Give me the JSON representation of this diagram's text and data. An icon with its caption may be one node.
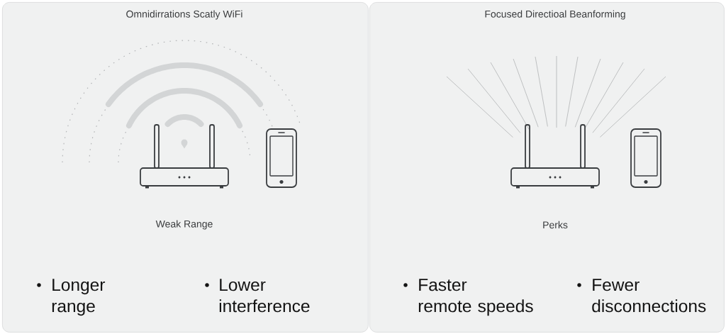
{
  "diagram": {
    "nodes": [
      {
        "text": [
          "Omnidirrations Scatly WiFi",
          "Weak Range",
          "Longer range",
          "Lower interference"
        ]
      },
      {
        "text": [
          "Focused Directioal Beanforming",
          "Perks",
          "Faster remote speeds",
          "Fewer disconnections"
        ]
      }
    ]
  }
}
